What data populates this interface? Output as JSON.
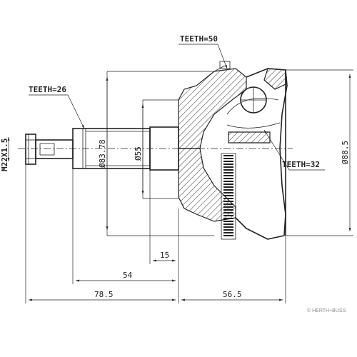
{
  "labels": {
    "teeth_outer": "TEETH=50",
    "teeth_shaft": "TEETH=26",
    "teeth_inner": "TEETH=32",
    "thread": "M22X1.5",
    "dia_8378": "Ø83.78",
    "dia_55": "Ø55",
    "dia_885": "Ø88.5",
    "len_15": "15",
    "len_54": "54",
    "len_785": "78.5",
    "len_565": "56.5"
  },
  "brand": "© HERTH+BUSS"
}
